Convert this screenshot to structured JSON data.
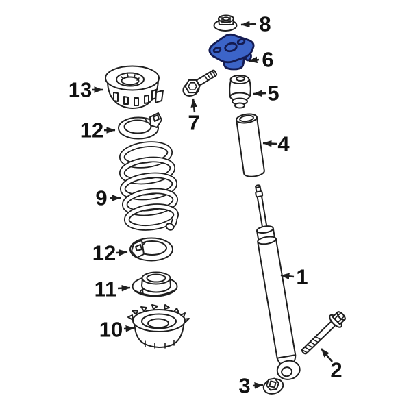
{
  "diagram": {
    "type": "exploded-parts-diagram",
    "background_color": "#ffffff",
    "line_color": "#1f1f1f",
    "highlight": {
      "fill": "#3c64c8",
      "stroke": "#141b52"
    },
    "callouts": [
      {
        "label": "1",
        "part": "shock-absorber"
      },
      {
        "label": "2",
        "part": "shock-mounting-bolt"
      },
      {
        "label": "3",
        "part": "shock-mounting-nut"
      },
      {
        "label": "4",
        "part": "shock-dust-cover"
      },
      {
        "label": "5",
        "part": "bump-stop"
      },
      {
        "label": "6",
        "part": "shock-mount-highlighted"
      },
      {
        "label": "7",
        "part": "mount-bolt"
      },
      {
        "label": "8",
        "part": "mount-flange-nut"
      },
      {
        "label": "9",
        "part": "coil-spring"
      },
      {
        "label": "10",
        "part": "lower-spring-seat"
      },
      {
        "label": "11",
        "part": "upper-spring-seat"
      },
      {
        "label": "12",
        "part": "spring-insulator-upper"
      },
      {
        "label": "12",
        "part": "spring-insulator-lower"
      },
      {
        "label": "13",
        "part": "spring-cap-mount"
      }
    ]
  }
}
